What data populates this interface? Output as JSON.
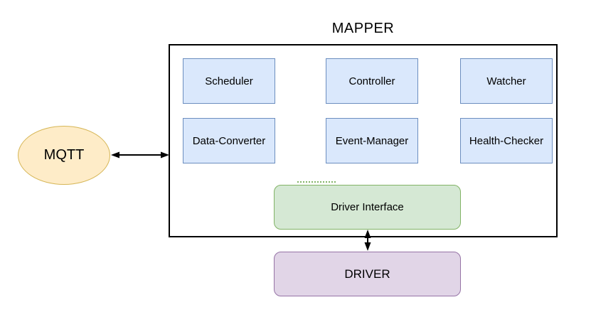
{
  "diagram": {
    "title": "MAPPER",
    "mqtt": {
      "label": "MQTT"
    },
    "components": [
      {
        "label": "Scheduler"
      },
      {
        "label": "Controller"
      },
      {
        "label": "Watcher"
      },
      {
        "label": "Data-Converter"
      },
      {
        "label": "Event-Manager"
      },
      {
        "label": "Health-Checker"
      }
    ],
    "driver_interface": {
      "label": "Driver Interface"
    },
    "driver": {
      "label": "DRIVER"
    },
    "colors": {
      "component_fill": "#dae8fc",
      "component_border": "#6c8ebf",
      "driver_interface_fill": "#d5e8d4",
      "driver_interface_border": "#82b366",
      "driver_fill": "#e1d5e7",
      "driver_border": "#9673a6",
      "mqtt_fill": "#feecc8",
      "mqtt_border": "#d6b656",
      "container_border": "#000000",
      "arrow_color": "#000000",
      "background": "#ffffff",
      "text": "#000000"
    }
  }
}
